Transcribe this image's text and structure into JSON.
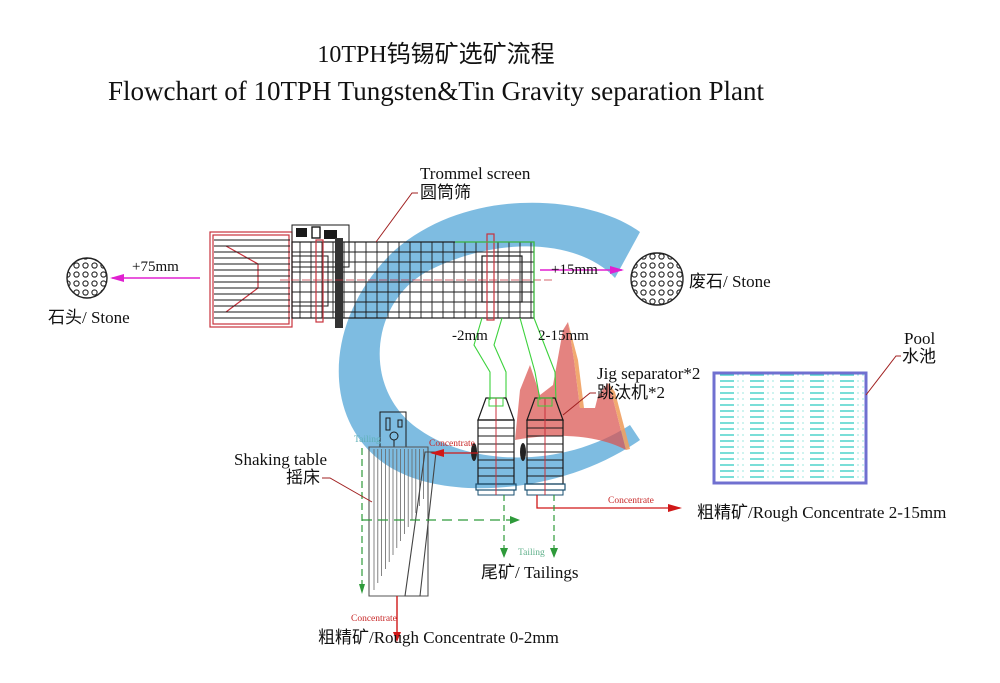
{
  "title": {
    "cn": "10TPH钨锡矿选矿流程",
    "en": "Flowchart of 10TPH Tungsten&Tin Gravity separation Plant"
  },
  "colors": {
    "logo_blue": "#5aa9d8",
    "logo_red": "#d9534f",
    "logo_orange": "#f0a060",
    "equipment_red": "#c8323c",
    "equipment_black": "#1a1a1a",
    "chute_green": "#3cd23c",
    "tailing_green": "#2e9a3a",
    "arrow_magenta": "#e020d0",
    "concentrate_red": "#d01818",
    "pool_border": "#7070d0",
    "pool_water": "#40d0c8",
    "leader_red": "#a02020"
  },
  "equipment": {
    "trommel": {
      "en": "Trommel screen",
      "cn": "圆筒筛"
    },
    "jig": {
      "en": "Jig  separator*2",
      "cn": "跳汰机*2"
    },
    "shaking_table": {
      "en": "Shaking table",
      "cn": "摇床"
    },
    "pool": {
      "en": "Pool",
      "cn": "水池"
    }
  },
  "streams": {
    "plus75": "+75mm",
    "plus15": "+15mm",
    "minus2": "-2mm",
    "range_2_15": "2-15mm",
    "tailing_small": "Tailing",
    "concentrate_small": "Concentrate"
  },
  "products": {
    "stone_left": "石头/ Stone",
    "stone_right": "废石/ Stone",
    "tailings": "尾矿/ Tailings",
    "rough_conc_coarse": "粗精矿/Rough Concentrate  2-15mm",
    "rough_conc_fine": "粗精矿/Rough Concentrate  0-2mm"
  }
}
